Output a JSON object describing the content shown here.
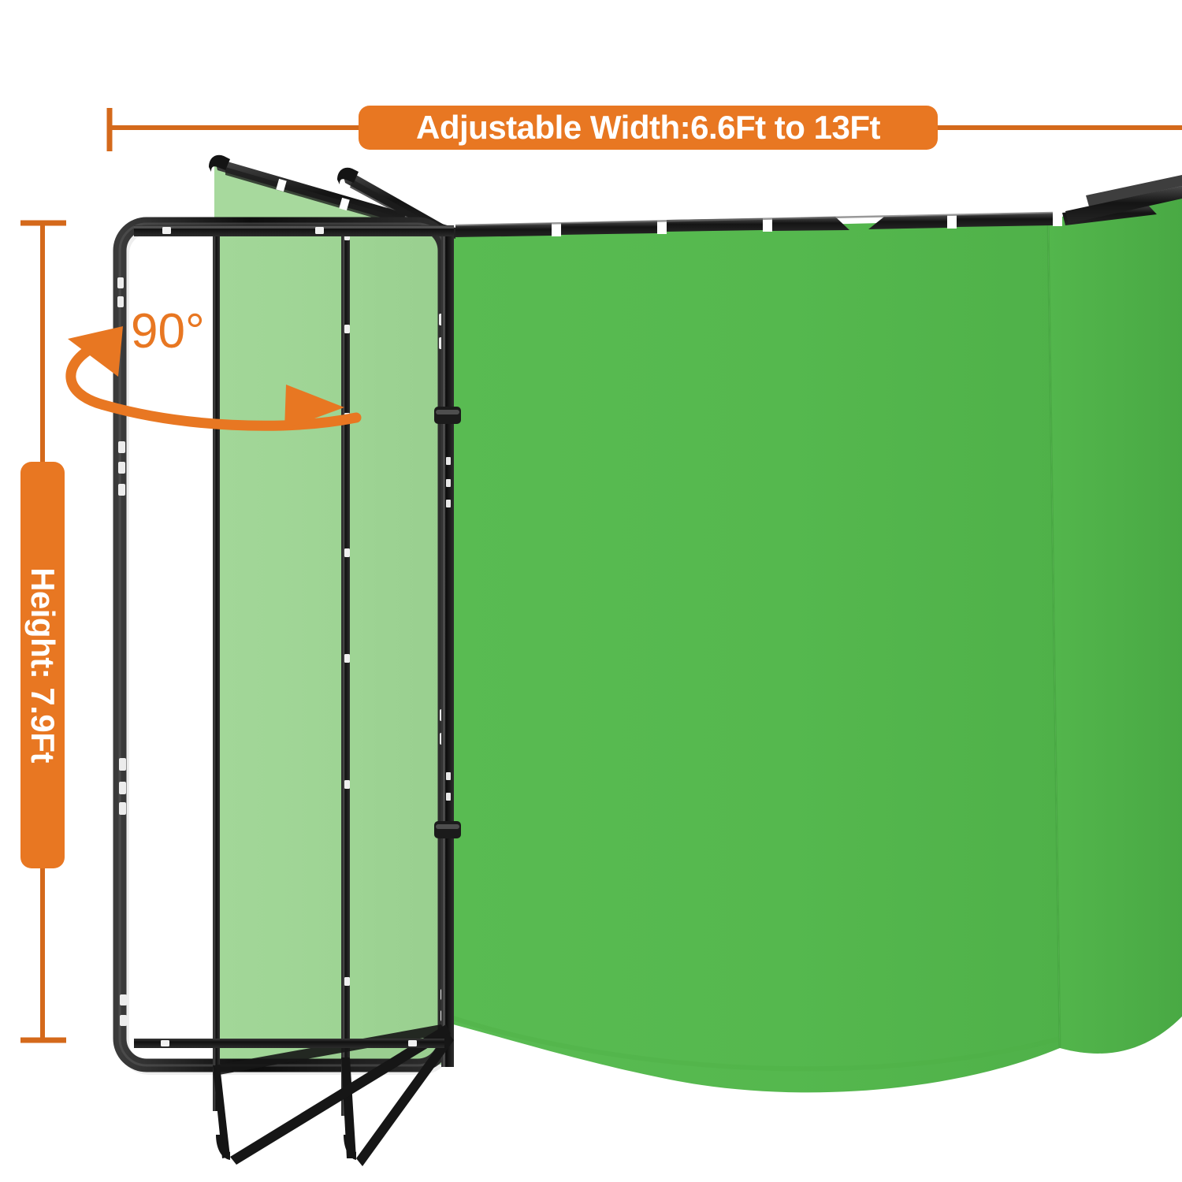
{
  "product": {
    "type": "green-screen-backdrop-with-frame",
    "panel_count": 3
  },
  "annotations": {
    "width_label": "Adjustable Width:6.6Ft to 13Ft",
    "height_label": "Height: 7.9Ft",
    "angle_label": "90°"
  },
  "icons": {
    "width_dimension_line": "horizontal-dimension-line-icon",
    "height_dimension_line": "vertical-dimension-line-icon",
    "rotation_arrow": "curved-double-arrow-icon"
  },
  "colors": {
    "accent_orange": "#E87722",
    "orange_dark": "#D4691B",
    "label_text": "#FFFFFF",
    "panel_green_light": "#9ED494",
    "panel_green_light_edge": "#95CE8C",
    "panel_green_main": "#55B84E",
    "panel_green_main_shade": "#4FAF49",
    "frame_black": "#1A1A1A",
    "frame_black_soft": "#262626",
    "clip_white": "#F2F2F2",
    "background": "#FFFFFF"
  },
  "measurements": {
    "width_min": "6.6Ft",
    "width_max": "13Ft",
    "height": "7.9Ft",
    "fold_angle": "90°"
  },
  "chart_data": {
    "type": "diagram",
    "title": "Adjustable Width:6.6Ft to 13Ft",
    "annotations": [
      {
        "name": "width",
        "text": "Adjustable Width:6.6Ft to 13Ft",
        "orientation": "horizontal",
        "position": "top"
      },
      {
        "name": "height",
        "text": "Height: 7.9Ft",
        "orientation": "vertical",
        "position": "left"
      },
      {
        "name": "angle",
        "text": "90°",
        "orientation": "horizontal",
        "position": "left-panel"
      }
    ]
  }
}
